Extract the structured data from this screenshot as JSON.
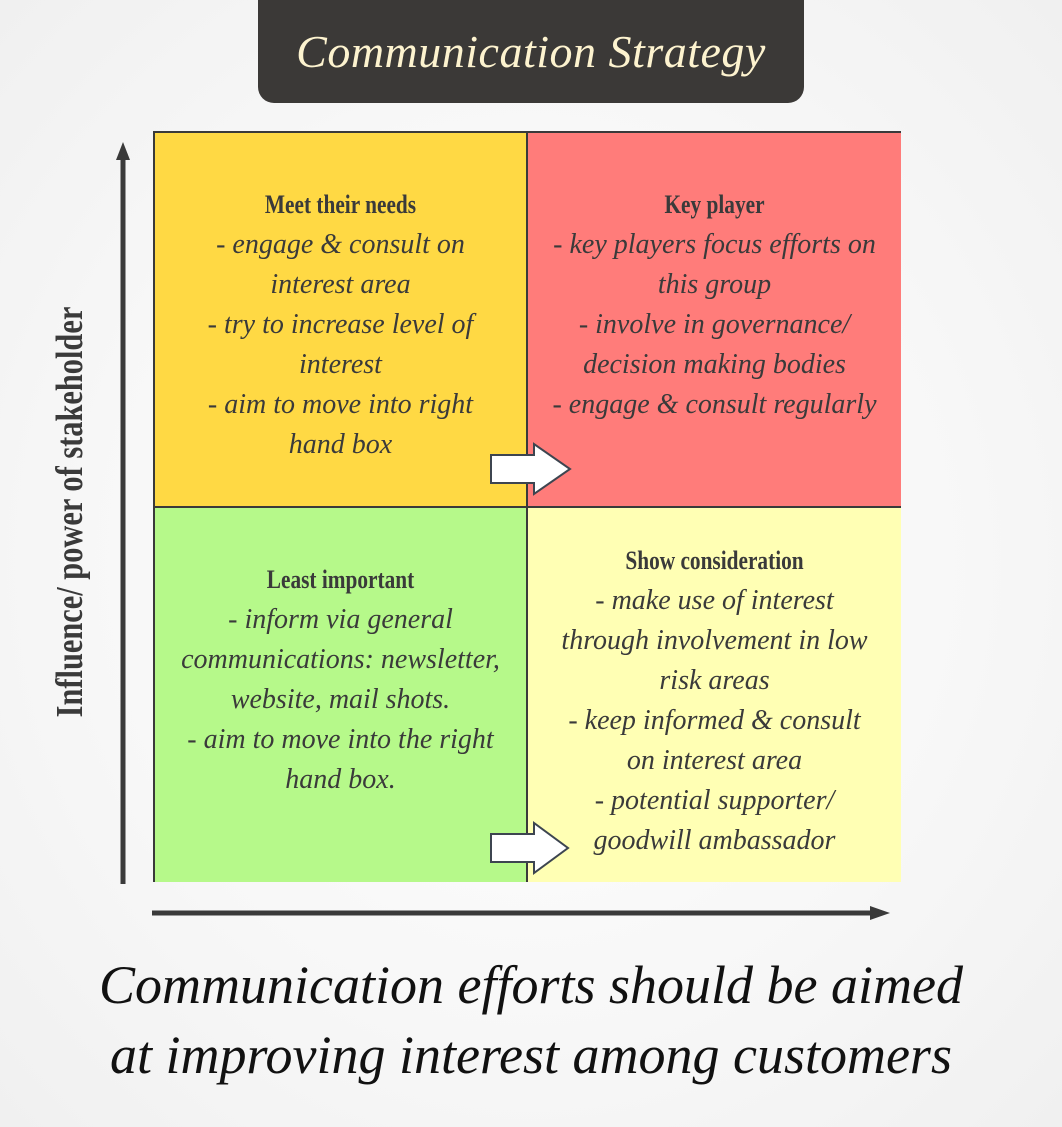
{
  "title": "Communication Strategy",
  "y_axis_label": "Influence/ power of stakeholder",
  "quadrants": {
    "top_left": {
      "heading": "Meet their needs",
      "lines": [
        "- engage & consult on interest area",
        "- try to increase level of interest",
        "- aim to move into right hand box"
      ],
      "color": "#ffd944"
    },
    "top_right": {
      "heading": "Key player",
      "lines": [
        "- key players focus efforts on this group",
        "- involve in governance/ decision making bodies",
        "- engage & consult regularly"
      ],
      "color": "#ff7c7a"
    },
    "bottom_left": {
      "heading": "Least important",
      "lines": [
        "- inform via general communications: newsletter, website, mail shots.",
        "- aim to move into the right hand box."
      ],
      "color": "#b6f98a"
    },
    "bottom_right": {
      "heading": "Show consideration",
      "lines": [
        "- make use of interest through involvement in low risk areas",
        "- keep informed & consult on interest area",
        "- potential supporter/ goodwill ambassador"
      ],
      "color": "#ffffb4"
    }
  },
  "footer": {
    "line1": "Communication efforts should be aimed",
    "line2": "at improving interest among customers"
  }
}
